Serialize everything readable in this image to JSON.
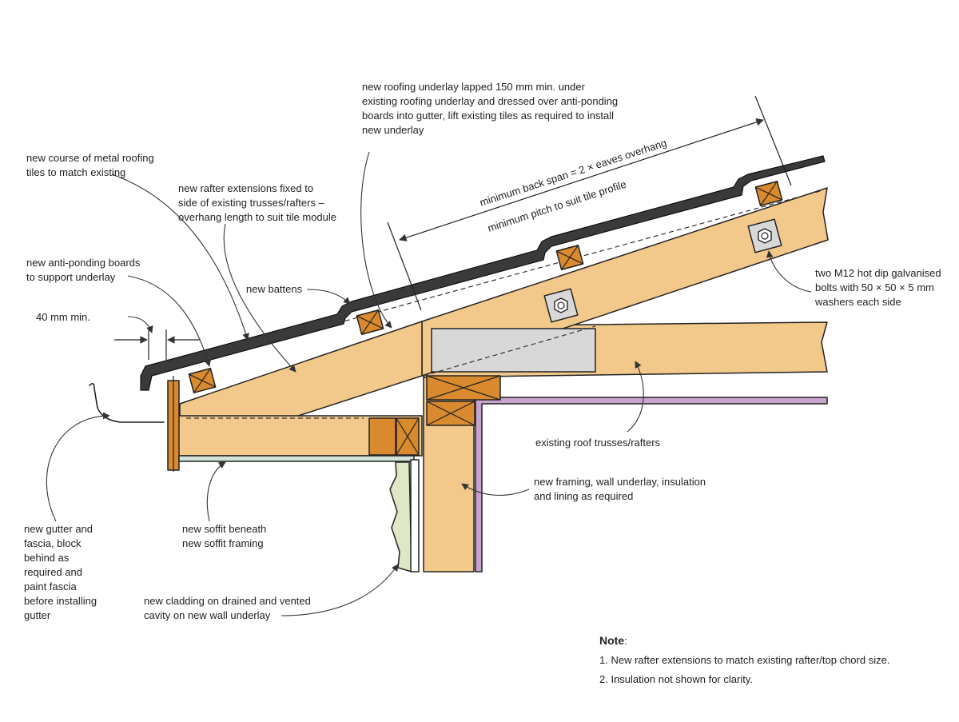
{
  "colors": {
    "timber": "#f3c98b",
    "batten": "#d98a2e",
    "roofing": "#3a3a3a",
    "lining": "#c9a3cf",
    "plate": "#d8d8d8",
    "cladding": "#dfe8c4",
    "soffit": "#cfe3d6"
  },
  "labels": {
    "roofing_tiles": [
      "new course of metal roofing",
      "tiles to match existing"
    ],
    "rafter_extensions": [
      "new rafter extensions fixed to",
      "side of existing trusses/rafters –",
      "overhang length to suit tile module"
    ],
    "underlay": [
      "new roofing underlay lapped 150 mm min. under",
      "existing roofing underlay and dressed over anti-ponding",
      "boards into gutter, lift existing tiles as required to install",
      "new underlay"
    ],
    "back_span": "minimum back span = 2 × eaves overhang",
    "pitch": "minimum pitch to suit tile profile",
    "anti_ponding": [
      "new anti-ponding boards",
      "to support underlay"
    ],
    "battens": "new battens",
    "clearance": "40 mm min.",
    "bolts": [
      "two M12 hot dip galvanised",
      "bolts with 50 × 50 × 5 mm",
      "washers each side"
    ],
    "trusses": "existing roof trusses/rafters",
    "framing": [
      "new framing, wall underlay, insulation",
      "and lining as required"
    ],
    "gutter": [
      "new gutter and",
      "fascia, block",
      "behind as",
      "required and",
      "paint fascia",
      "before installing",
      "gutter"
    ],
    "soffit": [
      "new soffit beneath",
      "new soffit framing"
    ],
    "cladding": [
      "new cladding on drained and vented",
      "cavity on new wall underlay"
    ]
  },
  "note": {
    "title": "Note",
    "colon": ":",
    "items": [
      "1.  New rafter extensions to match existing rafter/top chord size.",
      "2.  Insulation not shown for clarity."
    ]
  }
}
